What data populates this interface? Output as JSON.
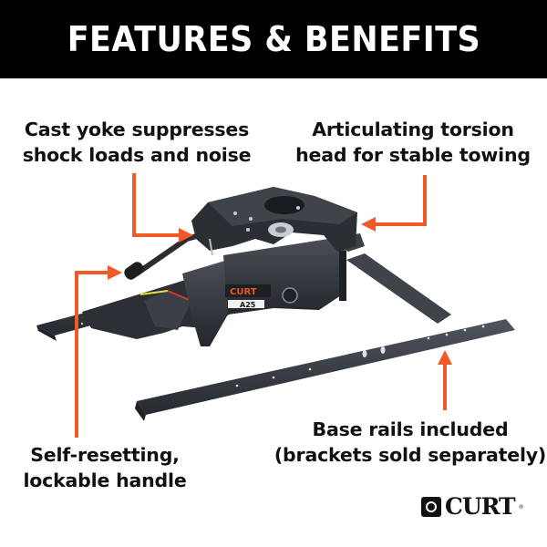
{
  "header": {
    "title": "FEATURES & BENEFITS"
  },
  "callouts": [
    {
      "id": "cast-yoke",
      "lines": [
        "Cast yoke suppresses",
        "shock loads and noise"
      ]
    },
    {
      "id": "torsion-head",
      "lines": [
        "Articulating torsion",
        "head for stable towing"
      ]
    },
    {
      "id": "handle",
      "lines": [
        "Self-resetting,",
        "lockable handle"
      ]
    },
    {
      "id": "base-rails",
      "lines": [
        "Base rails included",
        "(brackets sold separately)"
      ]
    }
  ],
  "product": {
    "brand_label": "CURT",
    "model_label": "A25"
  },
  "logo": {
    "text": "CURT",
    "registered": "®"
  },
  "colors": {
    "header_bg": "#000000",
    "header_text": "#ffffff",
    "arrow": "#f05a28",
    "text": "#111111",
    "hitch_body": "#2f3238",
    "brand_orange": "#e8561f"
  }
}
